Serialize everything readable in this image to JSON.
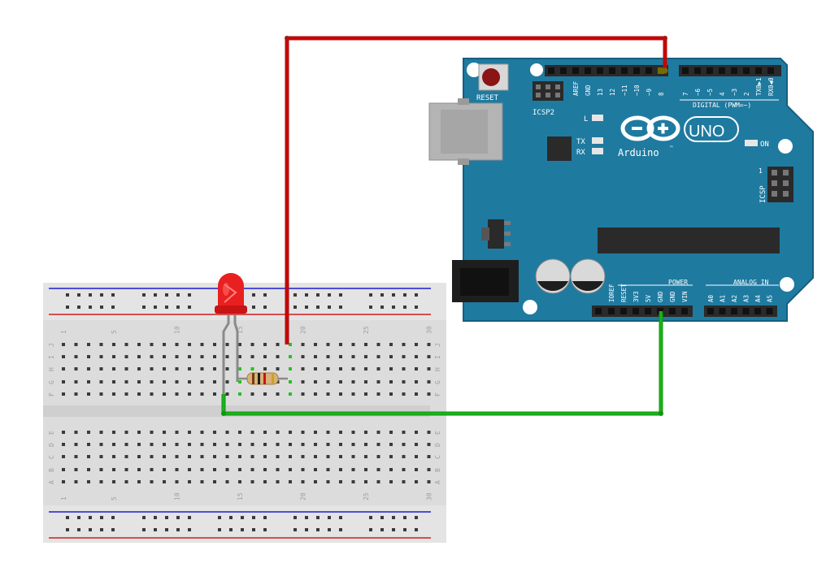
{
  "arduino": {
    "reset_label": "RESET",
    "icsp2_label": "ICSP2",
    "icsp_label": "ICSP",
    "icsp_pin1_label": "1",
    "digital_label": "DIGITAL (PWM=~)",
    "led_l_label": "L",
    "tx_label": "TX",
    "rx_label": "RX",
    "on_label": "ON",
    "brand_label": "Arduino",
    "trademark": "™",
    "model_label": "UNO",
    "power_label": "POWER",
    "analog_label": "ANALOG IN",
    "digital_pins": [
      "AREF",
      "GND",
      "13",
      "12",
      "~11",
      "~10",
      "~9",
      "8",
      "7",
      "~6",
      "~5",
      "4",
      "~3",
      "2",
      "TX0▶1",
      "RX0◀0"
    ],
    "power_pins": [
      "IOREF",
      "RESET",
      "3V3",
      "5V",
      "GND",
      "GND",
      "VIN"
    ],
    "analog_pins": [
      "A0",
      "A1",
      "A2",
      "A3",
      "A4",
      "A5"
    ],
    "colors": {
      "board": "#1f7aa0",
      "board_edge": "#155f7e",
      "header": "#2a2a2a",
      "silk": "#ffffff"
    }
  },
  "breadboard": {
    "column_numbers": [
      "1",
      "5",
      "10",
      "15",
      "20",
      "25",
      "30"
    ],
    "top_rows": [
      "J",
      "I",
      "H",
      "G",
      "F"
    ],
    "bottom_rows": [
      "E",
      "D",
      "C",
      "B",
      "A"
    ],
    "colors": {
      "body": "#dcdcdc",
      "rail_red": "#d01c1c",
      "rail_blue": "#1c1cd0",
      "hole": "#3a3a3a",
      "active": "#23c223"
    }
  },
  "components": {
    "led_color": "red",
    "resistor": "resistor",
    "wire_signal_color": "#cc0000",
    "wire_ground_color": "#19b319"
  }
}
